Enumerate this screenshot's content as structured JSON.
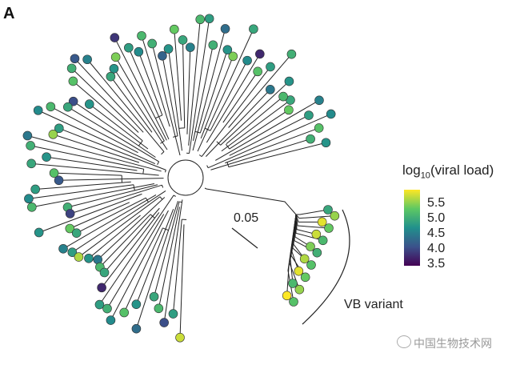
{
  "panel_label": "A",
  "legend": {
    "title_prefix": "log",
    "title_sub": "10",
    "title_suffix": "(viral load)",
    "ticks": [
      "5.5",
      "5.0",
      "4.5",
      "4.0",
      "3.5"
    ],
    "range": [
      3.3,
      5.8
    ]
  },
  "scale_bar_label": "0.05",
  "clade_label": "VB variant",
  "watermark": "中国生物技术网",
  "colors": {
    "low": "#440154",
    "high": "#fde725",
    "branch": "#222222"
  },
  "tips_main_viral_load": [
    4.6,
    4.9,
    5.1,
    4.5,
    4.7,
    4.4,
    5.2,
    4.8,
    5.0,
    4.6,
    4.3,
    4.9,
    4.7,
    5.1,
    3.6,
    4.5,
    4.8,
    5.3,
    4.6,
    4.2,
    4.9,
    4.7,
    5.0,
    4.4,
    4.8,
    5.2,
    4.6,
    4.1,
    4.9,
    5.0,
    4.5,
    4.7,
    3.7,
    5.3,
    4.6,
    4.8,
    4.4,
    4.0,
    4.9,
    5.1,
    4.6,
    3.9,
    4.8,
    5.0,
    4.5,
    4.7,
    5.4,
    4.3,
    4.9,
    4.6,
    4.8,
    5.1,
    4.0,
    4.7,
    4.5,
    5.0,
    4.9,
    3.8,
    4.6,
    5.2,
    4.8,
    4.4,
    4.7,
    5.5,
    4.6,
    4.3,
    5.0,
    4.8,
    3.6,
    4.7,
    4.9,
    4.5,
    5.1,
    4.6,
    4.2,
    4.8,
    5.0,
    3.9,
    4.7,
    5.6
  ],
  "tips_vb_viral_load": [
    4.8,
    5.4,
    5.7,
    5.2,
    5.6,
    5.0,
    5.3,
    4.9,
    5.5,
    5.1,
    5.7,
    5.2,
    5.0,
    5.4,
    5.8,
    5.1
  ]
}
